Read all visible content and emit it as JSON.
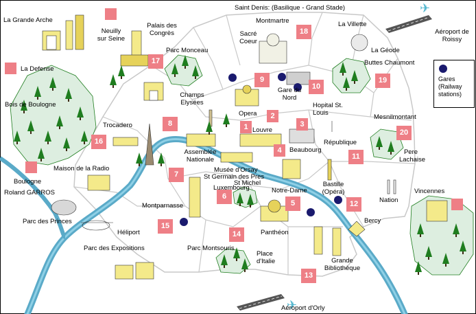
{
  "map": {
    "arrondissements": [
      {
        "n": "1"
      },
      {
        "n": "2"
      },
      {
        "n": "3"
      },
      {
        "n": "4"
      },
      {
        "n": "5"
      },
      {
        "n": "6"
      },
      {
        "n": "7"
      },
      {
        "n": "8"
      },
      {
        "n": "9"
      },
      {
        "n": "10"
      },
      {
        "n": "11"
      },
      {
        "n": "12"
      },
      {
        "n": "13"
      },
      {
        "n": "14"
      },
      {
        "n": "15"
      },
      {
        "n": "16"
      },
      {
        "n": "17"
      },
      {
        "n": "18"
      },
      {
        "n": "19"
      },
      {
        "n": "20"
      }
    ],
    "places": {
      "saint_denis": "Saint Denis: (Basilique - Grand Stade)",
      "la_villette": "La Villette",
      "aeroport_roissy": "Aéroport de Roissy",
      "la_geode": "La Géode",
      "buttes_chaumont": "Buttes Chaumont",
      "la_grande_arche": "La Grande Arche",
      "neuilly": "Neuilly sur Seine",
      "palais_congres": "Palais des Congrès",
      "la_defense": "La Defense",
      "montmartre": "Montmartre",
      "sacre_coeur": "Sacré Coeur",
      "parc_monceau": "Parc Monceau",
      "gare_du_nord": "Gare du Nord",
      "hopital_st_louis": "Hopital St. Louis",
      "bois_de_boulogne": "Bois de Boulogne",
      "champs_elysees": "Champs Elysées",
      "opera": "Opera",
      "louvre": "Louvre",
      "mesnilmontant": "Mesnilmontant",
      "trocadero": "Trocadero",
      "republique": "République",
      "beaubourg": "Beaubourg",
      "assemblee": "Assemblée Nationale",
      "pere_lachaise": "Pere Lachaise",
      "musee_orsay": "Musée d'Orsay",
      "st_germain": "St Germain des Pres",
      "st_michel": "St Michel",
      "maison_radio": "Maison de la Radio",
      "luxembourg": "Luxembourg",
      "notre_dame": "Notre-Dame",
      "bastille": "Bastille (Opéra)",
      "boulogne": "Boulogne",
      "roland_garros": "Roland GARROS",
      "nation": "Nation",
      "vincennes": "Vincennes",
      "parc_des_princes": "Parc des Princes",
      "montparnasse": "Montparnasse",
      "bercy": "Bercy",
      "heliport": "Héliport",
      "pantheon": "Panthéon",
      "parc_expositions": "Parc des Expositions",
      "parc_montsouris": "Parc Montsouris",
      "place_italie": "Place d'Italie",
      "grande_bibliotheque": "Grande Bibliothèque",
      "aeroport_orly": "Aéroport d'Orly"
    },
    "legend": {
      "gares": "Gares (Railway stations)"
    },
    "colors": {
      "seine": "#5aaac8",
      "arrondissement": "#ee7f86",
      "park": "#ddeee0",
      "tree": "#1f7d1f",
      "station": "#1a1a6e"
    }
  }
}
